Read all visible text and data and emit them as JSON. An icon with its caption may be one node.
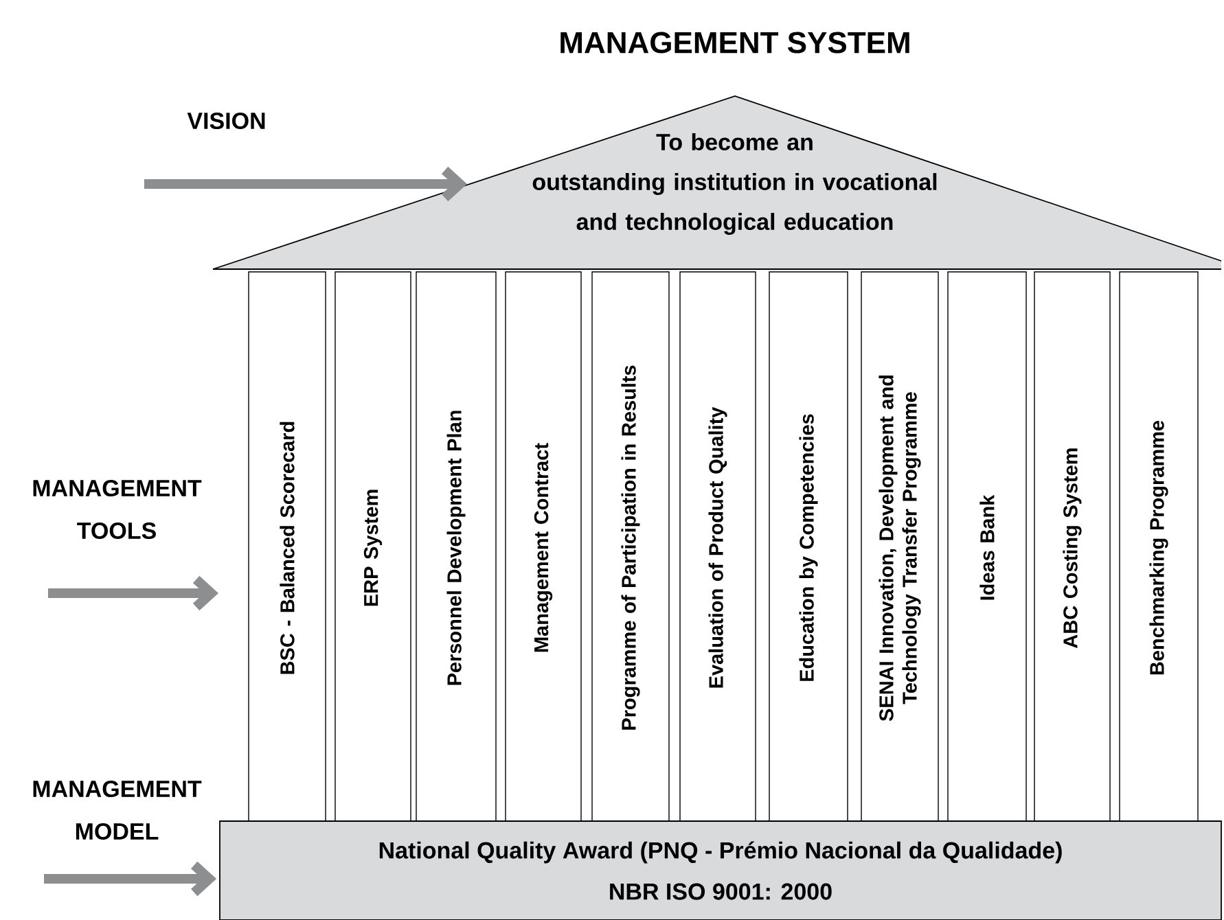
{
  "diagram": {
    "title": "MANAGEMENT SYSTEM",
    "nodes": [
      {
        "text": [
          "To become an outstanding institution in vocational and technological education"
        ]
      },
      {
        "text": [
          "BSC - Balanced Scorecard"
        ]
      },
      {
        "text": [
          "ERP System"
        ]
      },
      {
        "text": [
          "Personnel Development Plan"
        ]
      },
      {
        "text": [
          "Management Contract"
        ]
      },
      {
        "text": [
          "Programme of Participation in Results"
        ]
      },
      {
        "text": [
          "Evaluation of Product Quality"
        ]
      },
      {
        "text": [
          "Education by Competencies"
        ]
      },
      {
        "text": [
          "SENAI Innovation, Development and Technology Transfer Programme"
        ]
      },
      {
        "text": [
          "Ideas Bank"
        ]
      },
      {
        "text": [
          "ABC Costing System"
        ]
      },
      {
        "text": [
          "Benchmarking Programme"
        ]
      },
      {
        "text": [
          "National Quality Award (PNQ - Prémio Nacional da Qualidade)",
          "NBR ISO 9001: 2000"
        ]
      }
    ],
    "edges": [
      {
        "from": null,
        "to": 0,
        "arrow": "to"
      },
      {
        "from": null,
        "to": 1,
        "arrow": "to"
      },
      {
        "from": null,
        "to": 12,
        "arrow": "to"
      }
    ],
    "labels": [
      "VISION",
      "MANAGEMENT TOOLS",
      "MANAGEMENT MODEL"
    ]
  }
}
